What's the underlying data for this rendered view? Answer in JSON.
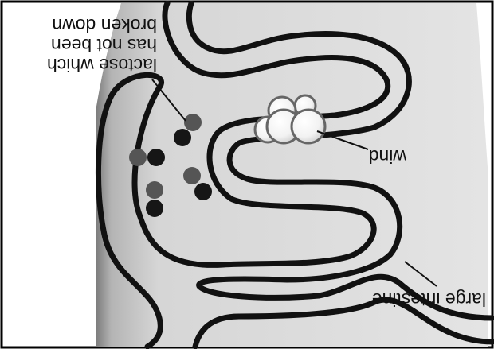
{
  "labels": {
    "large_intestine": "large intestine",
    "wind": "wind",
    "lactose_line1": "lactose which",
    "lactose_line2": "has not been",
    "lactose_line3": "broken down"
  },
  "colors": {
    "tissue_light": "#e2e2e2",
    "tissue_dark": "#7a7a7a",
    "intestine_wall": "#111111",
    "molecule_dark": "#161616",
    "molecule_mid": "#555555",
    "bubble_fill": "#ffffff",
    "bubble_outline": "#666666",
    "frame": "#000000"
  }
}
